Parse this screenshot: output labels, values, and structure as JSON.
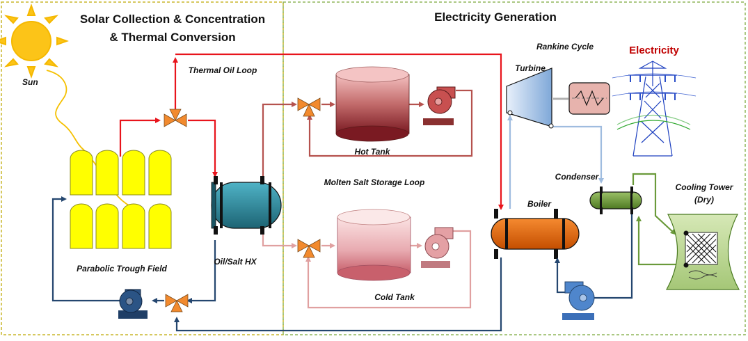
{
  "sections": {
    "solar_title_line1": "Solar Collection & Concentration",
    "solar_title_line2": "& Thermal Conversion",
    "power_title": "Electricity Generation"
  },
  "labels": {
    "sun": "Sun",
    "thermal_oil_loop": "Thermal Oil Loop",
    "parabolic_trough_field": "Parabolic Trough Field",
    "oil_salt_hx": "Oil/Salt HX",
    "hot_tank": "Hot Tank",
    "cold_tank": "Cold Tank",
    "molten_salt_loop": "Molten Salt Storage Loop",
    "rankine_cycle": "Rankine Cycle",
    "turbine": "Turbine",
    "electricity": "Electricity",
    "condenser": "Condenser",
    "boiler": "Boiler",
    "cooling_tower_line1": "Cooling Tower",
    "cooling_tower_line2": "(Dry)"
  },
  "colors": {
    "solar_border": "#c9b62a",
    "power_border": "#8fb55a",
    "oil_hot": "#e8141c",
    "oil_cold": "#24466f",
    "salt_hot": "#b5524e",
    "salt_cold": "#e0a0a0",
    "steam": "#9fbcdf",
    "cooling": "#6a9a3a",
    "trough_yellow": "#ffff00",
    "valve_orange": "#f28a2e",
    "boiler_orange": "#e86a10",
    "hx_teal": "#2f8ea0",
    "electricity_red": "#c00000"
  }
}
